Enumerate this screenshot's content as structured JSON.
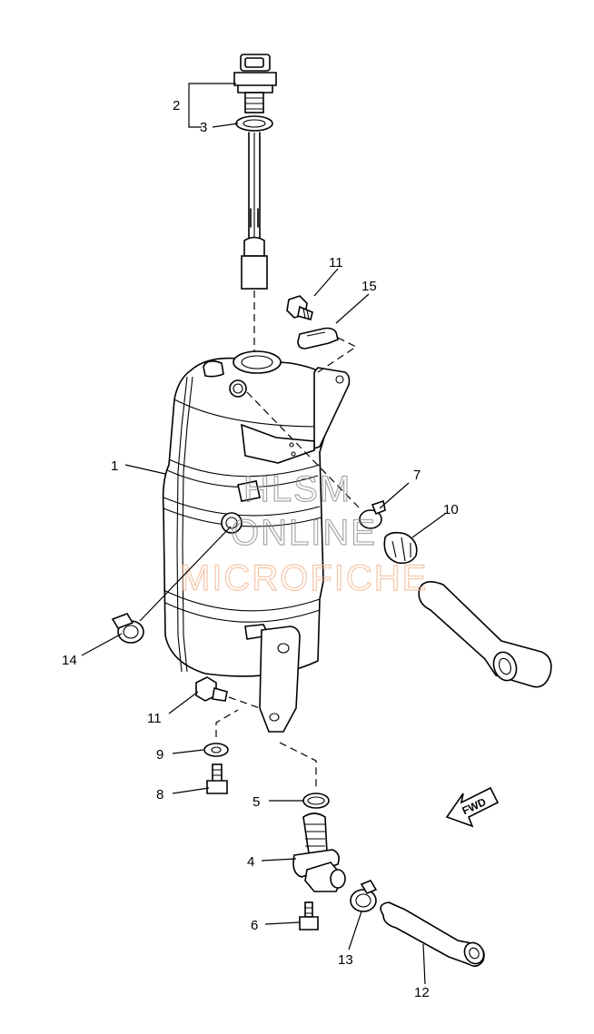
{
  "callouts": {
    "c1": "1",
    "c2": "2",
    "c3": "3",
    "c4": "4",
    "c5": "5",
    "c6": "6",
    "c7": "7",
    "c8": "8",
    "c9": "9",
    "c10": "10",
    "c11a": "11",
    "c11b": "11",
    "c12": "12",
    "c13": "13",
    "c14": "14",
    "c15": "15"
  },
  "watermark": {
    "line1": "HLSM",
    "line2": "ONLINE",
    "line3": "MICROFICHE",
    "color_gray": "#8a8a8a",
    "color_orange": "#f2b48c"
  },
  "direction_arrow": {
    "label": "FWD"
  }
}
